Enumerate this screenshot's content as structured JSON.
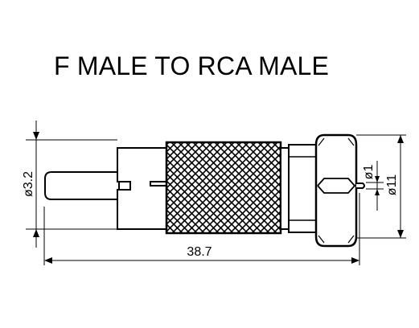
{
  "title": "F MALE TO RCA MALE",
  "dimensions": {
    "overall_length": "38.7",
    "pin_diameter": "ø3.2",
    "f_pin_diameter": "ø1",
    "hex_diameter": "ø11"
  }
}
